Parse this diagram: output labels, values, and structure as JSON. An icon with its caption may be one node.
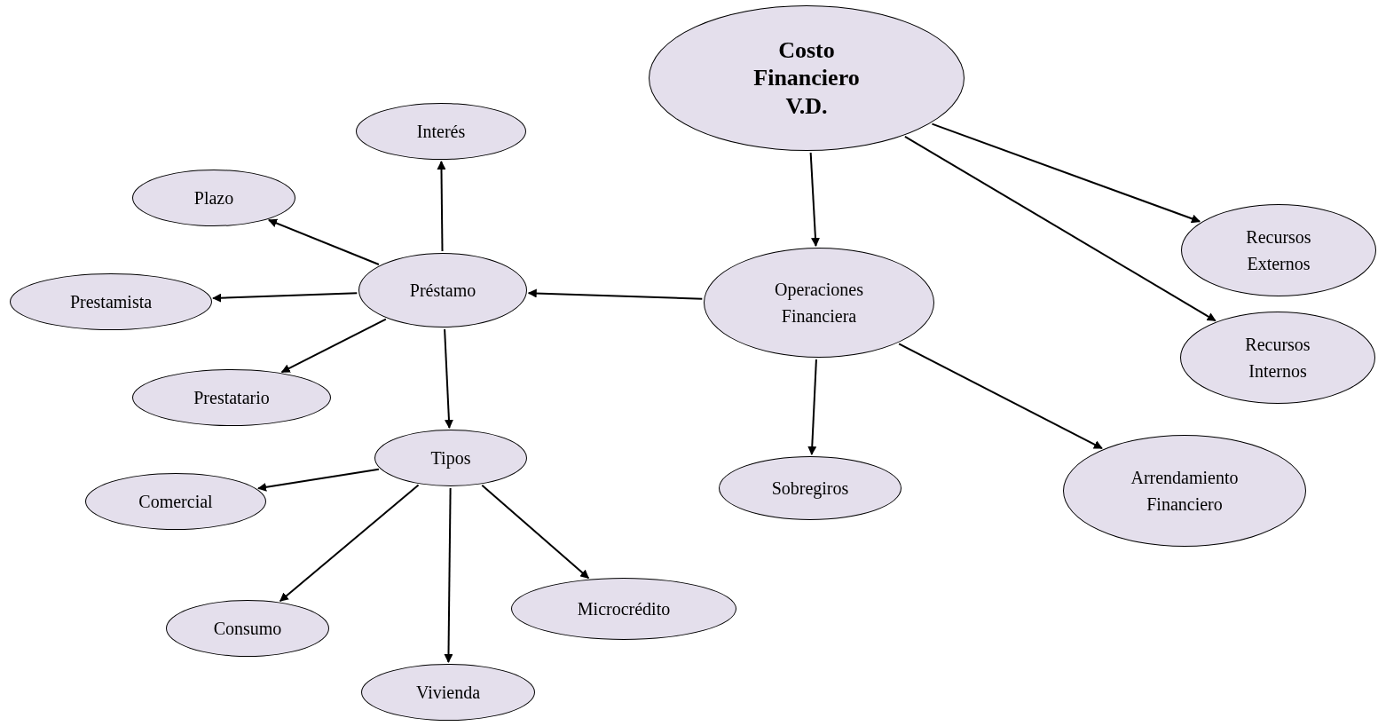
{
  "diagram": {
    "nodes": [
      {
        "text": [
          "Costo Financiero V.D."
        ]
      },
      {
        "text": [
          "Interés"
        ]
      },
      {
        "text": [
          "Plazo"
        ]
      },
      {
        "text": [
          "Préstamo"
        ]
      },
      {
        "text": [
          "Prestamista"
        ]
      },
      {
        "text": [
          "Operaciones Financiera"
        ]
      },
      {
        "text": [
          "Recursos Externos"
        ]
      },
      {
        "text": [
          "Prestatario"
        ]
      },
      {
        "text": [
          "Recursos Internos"
        ]
      },
      {
        "text": [
          "Tipos"
        ]
      },
      {
        "text": [
          "Sobregiros"
        ]
      },
      {
        "text": [
          "Arrendamiento Financiero"
        ]
      },
      {
        "text": [
          "Comercial"
        ]
      },
      {
        "text": [
          "Consumo"
        ]
      },
      {
        "text": [
          "Microcrédito"
        ]
      },
      {
        "text": [
          "Vivienda"
        ]
      }
    ],
    "edges": [
      {
        "from": 0,
        "to": 5,
        "arrow": "to"
      },
      {
        "from": 0,
        "to": 6,
        "arrow": "to"
      },
      {
        "from": 0,
        "to": 8,
        "arrow": "to"
      },
      {
        "from": 5,
        "to": 3,
        "arrow": "to"
      },
      {
        "from": 5,
        "to": 10,
        "arrow": "to"
      },
      {
        "from": 5,
        "to": 11,
        "arrow": "to"
      },
      {
        "from": 3,
        "to": 1,
        "arrow": "to"
      },
      {
        "from": 3,
        "to": 2,
        "arrow": "to"
      },
      {
        "from": 3,
        "to": 4,
        "arrow": "to"
      },
      {
        "from": 3,
        "to": 7,
        "arrow": "to"
      },
      {
        "from": 3,
        "to": 9,
        "arrow": "to"
      },
      {
        "from": 9,
        "to": 12,
        "arrow": "to"
      },
      {
        "from": 9,
        "to": 13,
        "arrow": "to"
      },
      {
        "from": 9,
        "to": 15,
        "arrow": "to"
      },
      {
        "from": 9,
        "to": 14,
        "arrow": "to"
      }
    ]
  }
}
